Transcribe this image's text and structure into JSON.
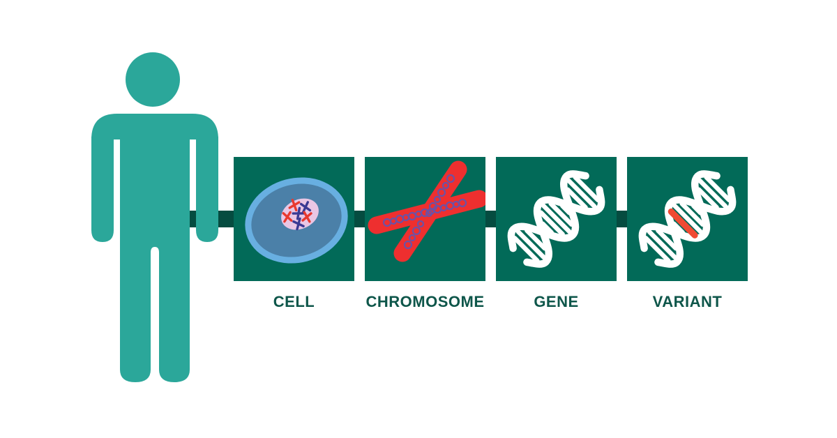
{
  "figure": {
    "description": "Scale infographic from person down to DNA variant",
    "background": "#ffffff"
  },
  "person": {
    "icon": "person-icon",
    "color": "#2ba79a"
  },
  "connector": {
    "color": "#054c40"
  },
  "stages": [
    {
      "id": "cell",
      "label": "CELL",
      "icon": "cell-icon"
    },
    {
      "id": "chromosome",
      "label": "CHROMOSOME",
      "icon": "chromosome-icon"
    },
    {
      "id": "gene",
      "label": "GENE",
      "icon": "gene-dna-icon"
    },
    {
      "id": "variant",
      "label": "VARIANT",
      "icon": "variant-dna-icon"
    }
  ],
  "colors": {
    "person_teal": "#2ba79a",
    "box_green": "#026a58",
    "connector_green": "#054c40",
    "label_green": "#0e564a",
    "cell_membrane_blue": "#68afe1",
    "cell_cytoplasm_blue": "#4b80a8",
    "nucleus_pink": "#e9c6e4",
    "mini_chromosome_red": "#e8392f",
    "mini_chromosome_navy": "#3a3a93",
    "chromosome_red": "#ee2f2f",
    "chromatin_coil_purple": "#6b52a6",
    "dna_white": "#ffffff",
    "variant_rung_red": "#f04a33"
  }
}
